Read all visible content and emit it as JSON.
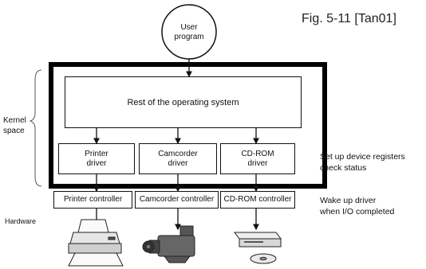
{
  "figure_caption": "Fig. 5-11 [Tan01]",
  "user_program": "User\nprogram",
  "kernel_label": "Kernel\nspace",
  "rest_of_os": "Rest of the operating system",
  "drivers": [
    "Printer\ndriver",
    "Camcorder\ndriver",
    "CD-ROM\ndriver"
  ],
  "controllers": [
    "Printer controller",
    "Camcorder controller",
    "CD-ROM controller"
  ],
  "hardware_label": "Hardware",
  "driver_note": "Set up device registers\ncheck status",
  "controller_note": "Wake up driver\nwhen I/O completed",
  "devices": [
    "printer-icon",
    "camcorder-icon",
    "cdrom-drive-icon"
  ]
}
